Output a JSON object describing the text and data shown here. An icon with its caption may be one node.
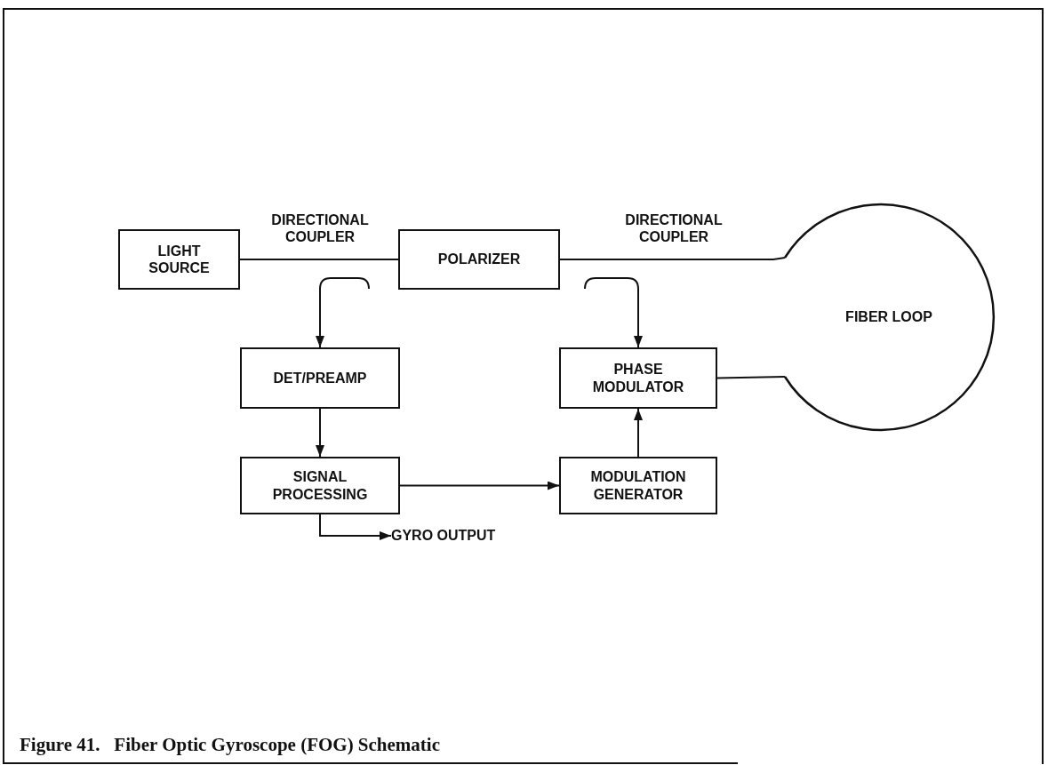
{
  "diagram": {
    "caption": "Figure 41.   Fiber Optic Gyroscope (FOG) Schematic",
    "nodes": [
      {
        "text": [
          "LIGHT SOURCE"
        ]
      },
      {
        "text": [
          "POLARIZER"
        ]
      },
      {
        "text": [
          "FIBER LOOP"
        ]
      },
      {
        "text": [
          "DET/PREAMP"
        ]
      },
      {
        "text": [
          "PHASE MODULATOR"
        ]
      },
      {
        "text": [
          "SIGNAL PROCESSING"
        ]
      },
      {
        "text": [
          "MODULATION GENERATOR"
        ]
      },
      {
        "text": [
          "GYRO OUTPUT"
        ]
      }
    ],
    "edges": [
      {
        "from": 0,
        "to": 1,
        "arrow": "none",
        "label": "DIRECTIONAL COUPLER"
      },
      {
        "from": 1,
        "to": 2,
        "arrow": "none",
        "label": "DIRECTIONAL COUPLER"
      },
      {
        "from": null,
        "to": 3,
        "arrow": "to"
      },
      {
        "from": null,
        "to": 4,
        "arrow": "to"
      },
      {
        "from": 3,
        "to": 5,
        "arrow": "to"
      },
      {
        "from": 5,
        "to": 6,
        "arrow": "to"
      },
      {
        "from": 6,
        "to": 4,
        "arrow": "to"
      },
      {
        "from": 4,
        "to": 2,
        "arrow": "none"
      },
      {
        "from": 5,
        "to": 7,
        "arrow": "to"
      }
    ]
  }
}
